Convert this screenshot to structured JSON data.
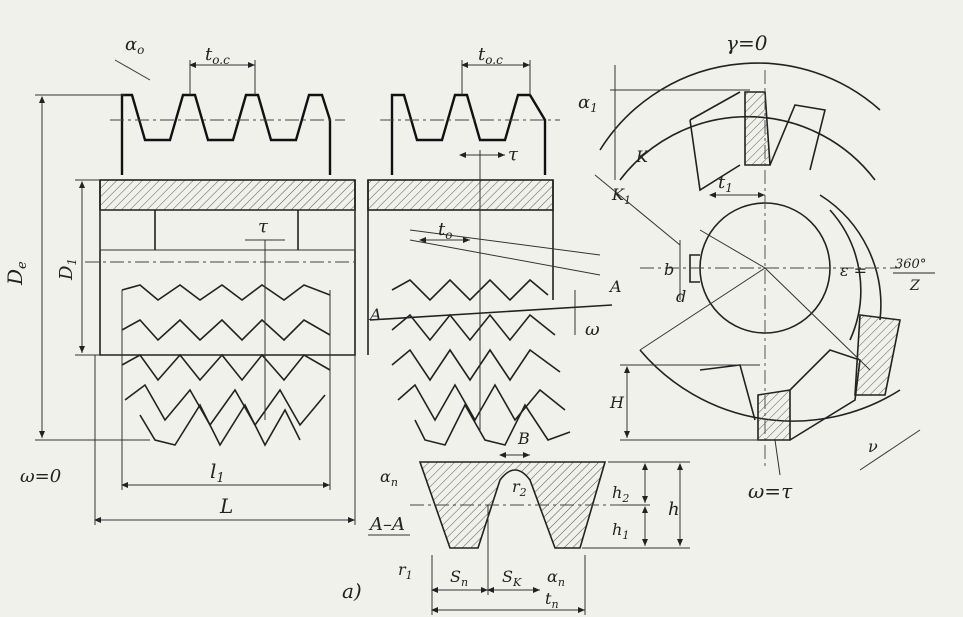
{
  "labels": {
    "alpha_o": "α",
    "alpha_o_sub": "o",
    "t_oc_left": "t",
    "t_oc_left_sub": "o.c",
    "t_oc_right": "t",
    "t_oc_right_sub": "o.c",
    "tau_top_left": "τ",
    "tau_top_right": "τ",
    "t_o": "t",
    "t_o_sub": "o",
    "D_e": "D",
    "D_e_sub": "e",
    "D_1": "D",
    "D_1_sub": "1",
    "A_left": "A",
    "A_right": "A",
    "omega_small": "ω",
    "omega_zero": "ω=0",
    "l_1": "l",
    "l_1_sub": "1",
    "L": "L",
    "gamma_zero": "γ=0",
    "alpha_1": "α",
    "alpha_1_sub": "1",
    "K": "K",
    "K_1": "K",
    "K_1_sub": "1",
    "t_1": "t",
    "t_1_sub": "1",
    "b": "b",
    "d": "d",
    "epsilon": "ε =",
    "epsilon_num": "360°",
    "epsilon_den": "Z",
    "H": "H",
    "nu": "ν",
    "omega_tau": "ω=τ",
    "B": "B",
    "alpha_n_top": "α",
    "alpha_n_top_sub": "n",
    "r_2": "r",
    "r_2_sub": "2",
    "A_A": "A–A",
    "h_2": "h",
    "h_2_sub": "2",
    "h_1": "h",
    "h_1_sub": "1",
    "h": "h",
    "r_1": "r",
    "r_1_sub": "1",
    "S_n": "S",
    "S_n_sub": "n",
    "S_k": "S",
    "S_k_sub": "K",
    "alpha_n_bottom": "α",
    "alpha_n_bottom_sub": "n",
    "t_n": "t",
    "t_n_sub": "n",
    "figure_label": "a)"
  },
  "colors": {
    "paper": "#f1f1ec",
    "ink": "#222222"
  }
}
